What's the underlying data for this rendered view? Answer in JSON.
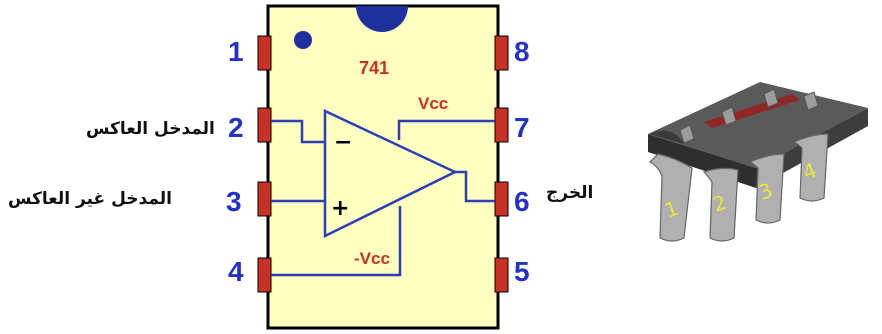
{
  "diagram": {
    "chip_label": "741",
    "vcc_label": "Vcc",
    "neg_vcc_label": "-Vcc",
    "minus_sign": "−",
    "plus_sign": "+",
    "pins": [
      "1",
      "2",
      "3",
      "4",
      "5",
      "6",
      "7",
      "8"
    ],
    "labels": {
      "inverting_input": "المدخل العاكس",
      "non_inverting_input": "المدخل غير العاكس",
      "output": "الخرج"
    },
    "package_pin_labels": [
      "1",
      "2",
      "3",
      "4"
    ],
    "colors": {
      "chip_fill": "#ffffc0",
      "pin_red": "#c83226",
      "pin_number_blue": "#2132c8",
      "notch_blue": "#1e2f9e",
      "wire_blue": "#2a3fb8",
      "ic_label_red": "#c83226",
      "package_body": "#4a4a4a",
      "package_leg": "#a8a8a8",
      "package_pin_label": "#e8e83a"
    }
  }
}
